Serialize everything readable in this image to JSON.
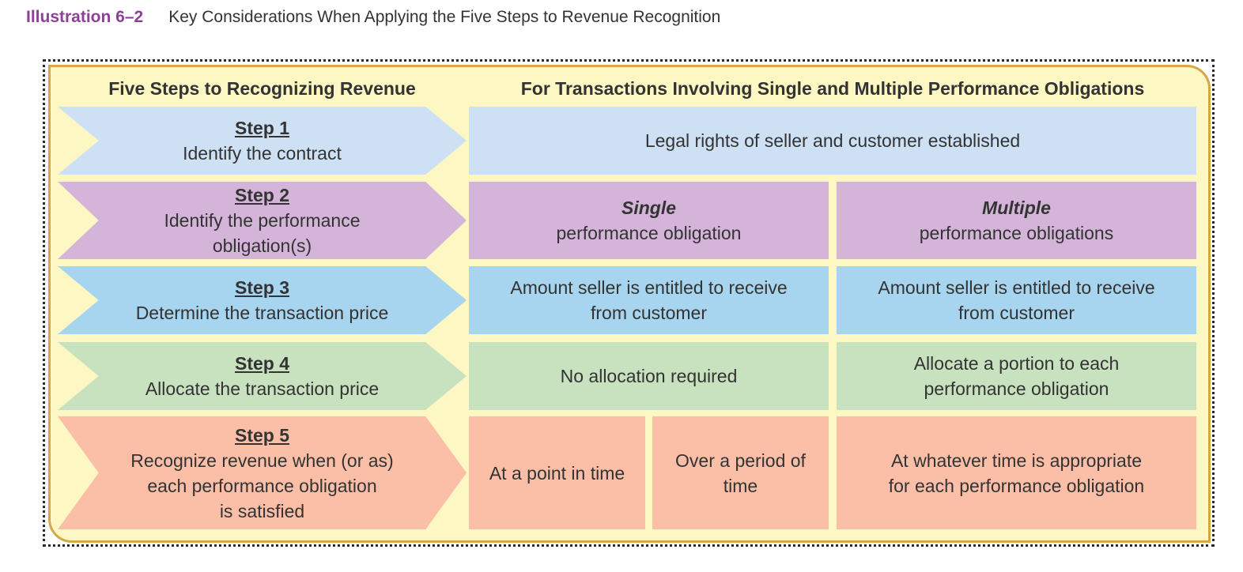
{
  "caption": {
    "label": "Illustration 6–2",
    "title": "Key Considerations When Applying the Five Steps to Revenue Recognition"
  },
  "headers": {
    "left": "Five Steps to Recognizing Revenue",
    "right": "For Transactions Involving Single and Multiple Performance Obligations"
  },
  "colors": {
    "step1": "#cde0f4",
    "step2": "#d4b5d9",
    "step3": "#a7d4ee",
    "step4": "#c8e2c0",
    "step5": "#fbbfa8",
    "panel": "#fdf8c3",
    "border": "#d4a846",
    "caption_accent": "#8e3f98"
  },
  "steps": [
    {
      "title": "Step 1",
      "lines": [
        "Identify the contract"
      ]
    },
    {
      "title": "Step 2",
      "lines": [
        "Identify the performance",
        "obligation(s)"
      ]
    },
    {
      "title": "Step 3",
      "lines": [
        "Determine the transaction price"
      ]
    },
    {
      "title": "Step 4",
      "lines": [
        "Allocate the transaction price"
      ]
    },
    {
      "title": "Step 5",
      "lines": [
        "Recognize revenue when (or as)",
        "each performance obligation",
        "is satisfied"
      ]
    }
  ],
  "cells": {
    "step1": {
      "lines": [
        "Legal rights of seller and customer established"
      ]
    },
    "step2_single": {
      "emphasis": "Single",
      "lines": [
        "performance obligation"
      ]
    },
    "step2_multiple": {
      "emphasis": "Multiple",
      "lines": [
        "performance obligations"
      ]
    },
    "step3_single": {
      "lines": [
        "Amount seller is entitled to receive",
        "from customer"
      ]
    },
    "step3_multiple": {
      "lines": [
        "Amount seller is entitled to receive",
        "from customer"
      ]
    },
    "step4_single": {
      "lines": [
        "No allocation required"
      ]
    },
    "step4_multiple": {
      "lines": [
        "Allocate a portion to each",
        "performance obligation"
      ]
    },
    "step5_point": {
      "lines": [
        "At a point in time"
      ]
    },
    "step5_period": {
      "lines": [
        "Over a period of",
        "time"
      ]
    },
    "step5_multiple": {
      "lines": [
        "At whatever time is appropriate",
        "for each performance obligation"
      ]
    }
  }
}
